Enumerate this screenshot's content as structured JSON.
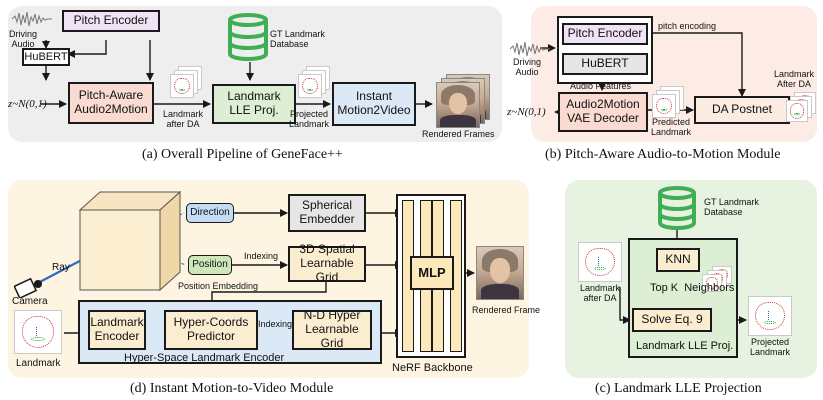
{
  "a": {
    "driving_audio": "Driving\nAudio",
    "pitch_encoder": "Pitch Encoder",
    "hubert": "HuBERT",
    "gt_db": "GT Landmark\nDatabase",
    "z_dist": "z~N(0,1)",
    "audio2motion": "Pitch-Aware\nAudio2Motion",
    "landmark_after_da": "Landmark\nafter DA",
    "lle": "Landmark\nLLE Proj.",
    "projected_landmark": "Projected\nLandmark",
    "motion2video": "Instant\nMotion2Video",
    "rendered_frames": "Rendered Frames",
    "caption": "(a) Overall Pipeline of GeneFace++"
  },
  "b": {
    "driving_audio": "Driving\nAudio",
    "pitch_encoder": "Pitch Encoder",
    "hubert": "HuBERT",
    "pitch_encoding": "pitch encoding",
    "audio_features": "Audio Features",
    "z_dist": "z~N(0,1)",
    "vae": "Audio2Motion\nVAE Decoder",
    "predicted_landmark": "Predicted\nLandmark",
    "postnet": "DA Postnet",
    "landmark_after_da": "Landmark\nAfter DA",
    "caption": "(b) Pitch-Aware Audio-to-Motion Module"
  },
  "d": {
    "direction": "Direction",
    "spherical": "Spherical\nEmbedder",
    "ray": "Ray",
    "camera": "Camera",
    "position": "Position",
    "indexing1": "Indexing",
    "spatial_grid": "3D Spatial\nLearnable Grid",
    "position_embedding": "Position Embedding",
    "mlp": "MLP",
    "rendered_frame": "Rendered Frame",
    "landmark": "Landmark",
    "landmark_encoder": "Landmark\nEncoder",
    "hyper_coords": "Hyper-Coords\nPredictor",
    "indexing2": "Indexing",
    "nd_grid": "N-D Hyper\nLearnable Grid",
    "hyper_space": "Hyper-Space Landmark Encoder",
    "nerf_backbone": "NeRF Backbone",
    "caption": "(d) Instant Motion-to-Video Module"
  },
  "c": {
    "gt_db": "GT Landmark\nDatabase",
    "knn": "KNN",
    "landmark_after_da": "Landmark\nafter DA",
    "topk": "Top K  Neighbors",
    "solve": "Solve Eq. 9",
    "lle": "Landmark LLE Proj.",
    "projected_landmark": "Projected\nLandmark",
    "caption": "(c) Landmark LLE Projection"
  },
  "colors": {
    "panel_a": "#eeeeee",
    "panel_b": "#fdece6",
    "panel_d": "#fdf5e2",
    "panel_c": "#e8f2e1",
    "pitch_encoder": "#f1e3f6",
    "audio2motion": "#f9dbd2",
    "lle": "#dceed4",
    "motion2video": "#dbe8f5",
    "postnet": "#fcebe1",
    "spherical": "#e6e6e6",
    "spatial_grid": "#fbeed0",
    "hyper_space": "#dbe8f5",
    "yellow_block": "#fbe9b9",
    "direction_pill": "#c6dcf4",
    "position_pill": "#cde7b9",
    "db_green": "#3fae55"
  }
}
